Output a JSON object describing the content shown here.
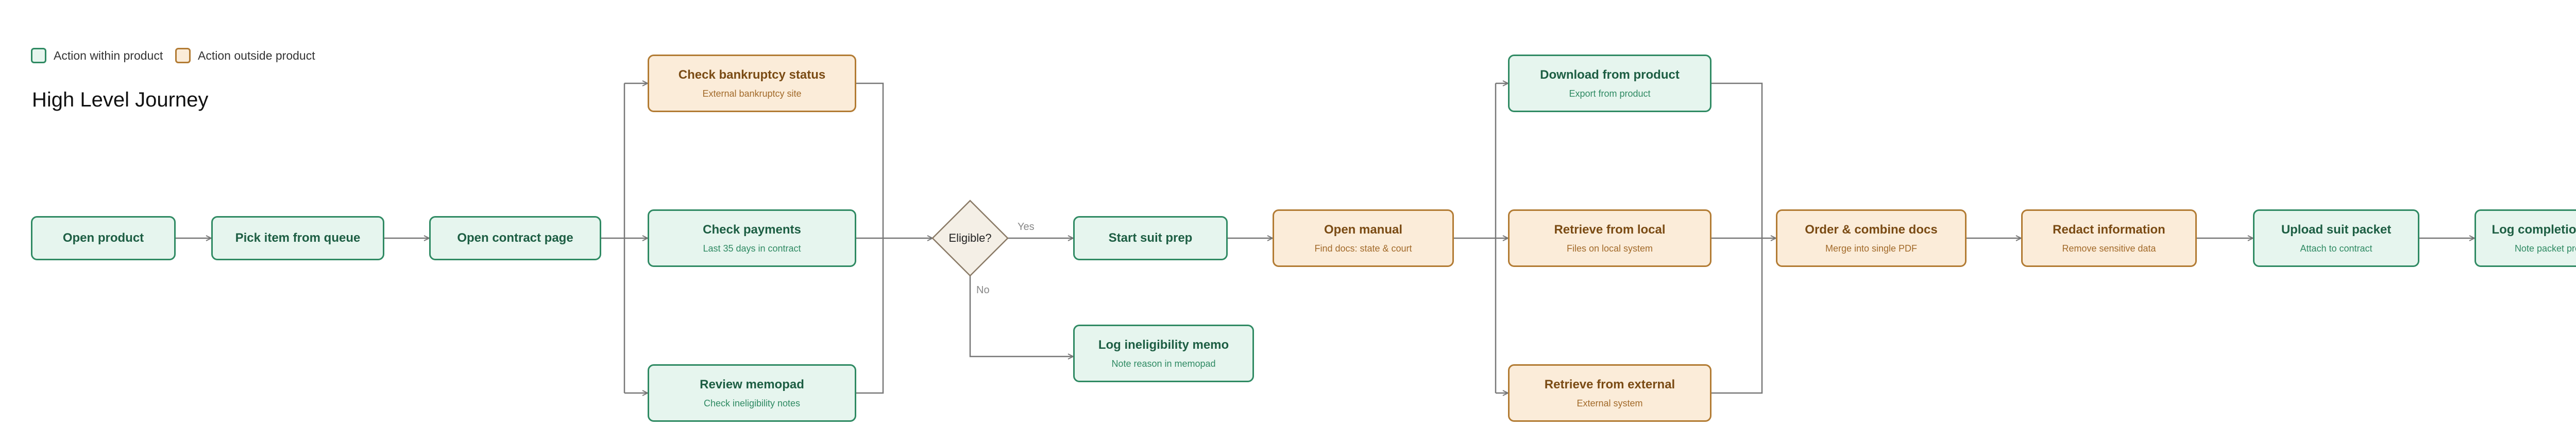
{
  "legend": {
    "within_label": "Action within product",
    "outside_label": "Action outside product",
    "within_color": "#2f8a63",
    "outside_color": "#b27b33"
  },
  "title": "High Level Journey",
  "nodes": {
    "open_product": {
      "title": "Open product",
      "sub": "",
      "kind": "within"
    },
    "pick_item": {
      "title": "Pick item from queue",
      "sub": "",
      "kind": "within"
    },
    "open_contract": {
      "title": "Open contract page",
      "sub": "",
      "kind": "within"
    },
    "check_bankruptcy": {
      "title": "Check bankruptcy status",
      "sub": "External bankruptcy site",
      "kind": "outside"
    },
    "check_payments": {
      "title": "Check payments",
      "sub": "Last 35 days in contract",
      "kind": "within"
    },
    "review_memopad": {
      "title": "Review memopad",
      "sub": "Check ineligibility notes",
      "kind": "within"
    },
    "start_suit_prep": {
      "title": "Start suit prep",
      "sub": "",
      "kind": "within"
    },
    "log_ineligibility": {
      "title": "Log ineligibility memo",
      "sub": "Note reason in memopad",
      "kind": "within"
    },
    "open_manual": {
      "title": "Open manual",
      "sub": "Find docs: state & court",
      "kind": "outside"
    },
    "download_product": {
      "title": "Download from product",
      "sub": "Export from product",
      "kind": "within"
    },
    "retrieve_local": {
      "title": "Retrieve from local",
      "sub": "Files on local system",
      "kind": "outside"
    },
    "retrieve_external": {
      "title": "Retrieve from external",
      "sub": "External system",
      "kind": "outside"
    },
    "order_combine": {
      "title": "Order & combine docs",
      "sub": "Merge into single PDF",
      "kind": "outside"
    },
    "redact_info": {
      "title": "Redact information",
      "sub": "Remove sensitive data",
      "kind": "outside"
    },
    "upload_packet": {
      "title": "Upload suit packet",
      "sub": "Attach to contract",
      "kind": "within"
    },
    "log_completion": {
      "title": "Log completion memo",
      "sub": "Note packet prepped",
      "kind": "within"
    }
  },
  "decision": {
    "label": "Eligible?"
  },
  "edge_labels": {
    "yes": "Yes",
    "no": "No"
  },
  "colors": {
    "edge": "#777777",
    "decision_fill": "#f4efe6",
    "decision_border": "#8a7a66"
  }
}
